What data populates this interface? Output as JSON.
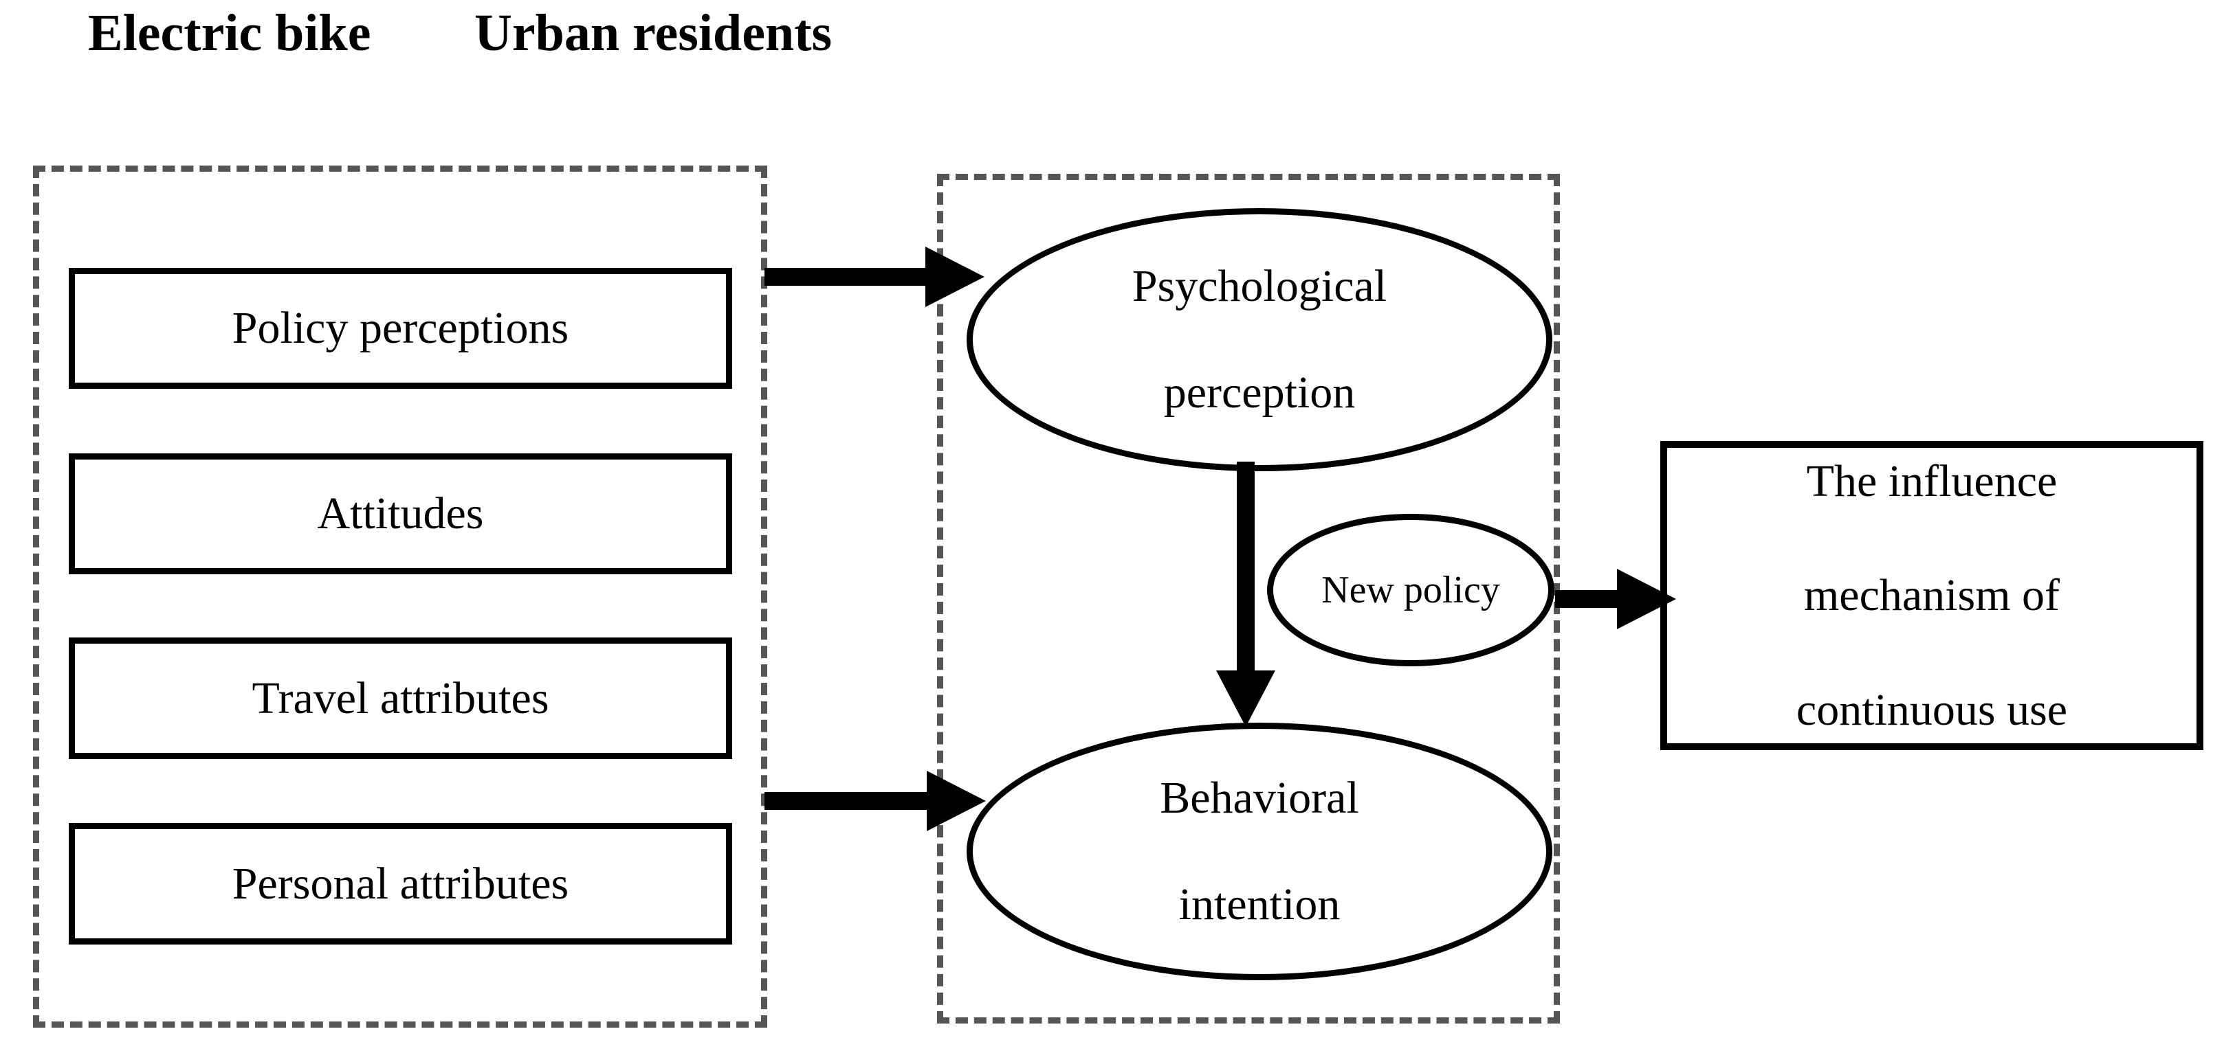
{
  "diagram": {
    "groups": [
      {
        "id": "electric-bike",
        "title": "Electric bike"
      },
      {
        "id": "urban-residents",
        "title": "Urban residents"
      }
    ],
    "electric_bike_factors": [
      {
        "label": "Policy perceptions"
      },
      {
        "label": "Attitudes"
      },
      {
        "label": "Travel attributes"
      },
      {
        "label": "Personal attributes"
      }
    ],
    "urban_residents_nodes": {
      "psychological_perception_line1": "Psychological",
      "psychological_perception_line2": "perception",
      "new_policy": "New policy",
      "behavioral_intention_line1": "Behavioral",
      "behavioral_intention_line2": "intention"
    },
    "outcome": {
      "line1": "The influence",
      "line2": "mechanism of",
      "line3": "continuous use"
    },
    "arrows": [
      {
        "name": "factors-to-psychological-perception",
        "direction": "right"
      },
      {
        "name": "factors-to-behavioral-intention",
        "direction": "right"
      },
      {
        "name": "psychological-perception-to-behavioral-intention",
        "direction": "down"
      },
      {
        "name": "new-policy-to-influence-mechanism",
        "direction": "right"
      }
    ],
    "colors": {
      "stroke": "#000000",
      "dashed_group_border": "#555555",
      "background": "#ffffff",
      "text": "#000000"
    }
  }
}
